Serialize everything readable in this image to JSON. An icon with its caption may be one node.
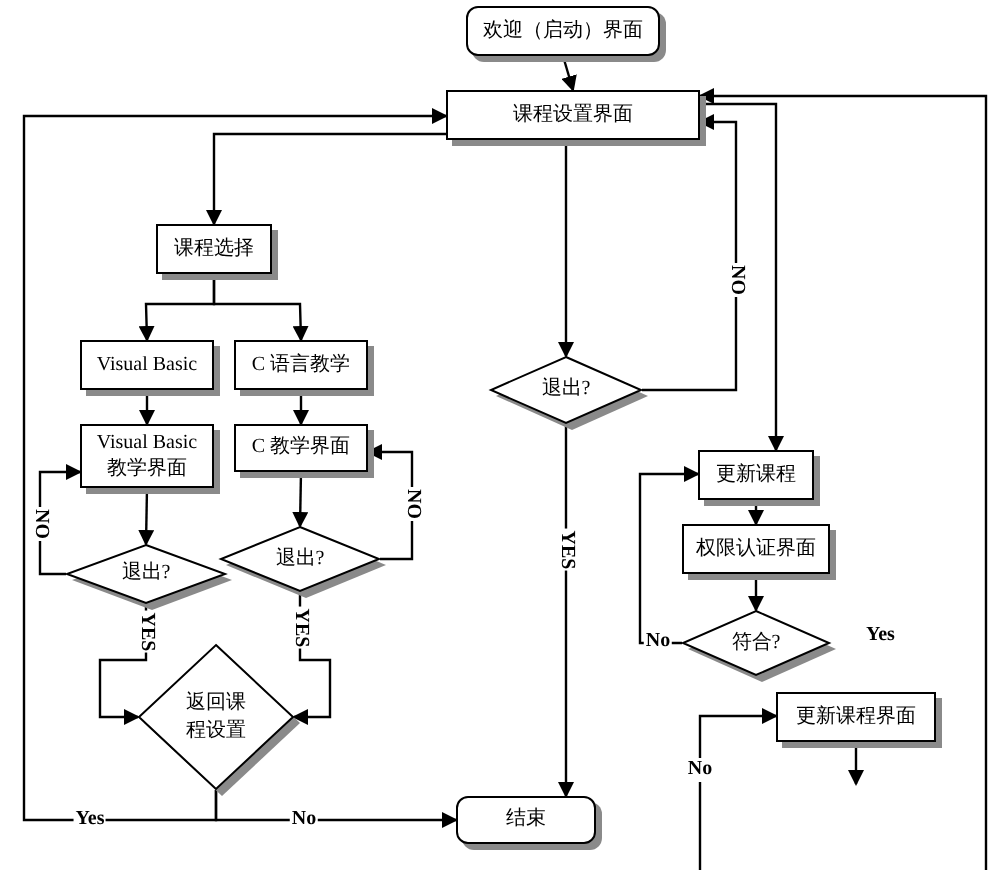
{
  "diagram": {
    "nodes": [
      {
        "text": [
          "欢迎（启动）界面"
        ]
      },
      {
        "text": [
          "课程设置界面"
        ]
      },
      {
        "text": [
          "课程选择"
        ]
      },
      {
        "text": [
          "Visual Basic"
        ]
      },
      {
        "text": [
          "C 语言教学"
        ]
      },
      {
        "text": [
          "Visual Basic 教学界面"
        ]
      },
      {
        "text": [
          "C 教学界面"
        ]
      },
      {
        "text": [
          "退出?"
        ]
      },
      {
        "text": [
          "退出?"
        ]
      },
      {
        "text": [
          "返回课程设置"
        ]
      },
      {
        "text": [
          "退出?"
        ]
      },
      {
        "text": [
          "更新课程"
        ]
      },
      {
        "text": [
          "权限认证界面"
        ]
      },
      {
        "text": [
          "符合?"
        ]
      },
      {
        "text": [
          "更新课程界面"
        ]
      },
      {
        "text": [
          "结束"
        ]
      }
    ],
    "edges": [
      {
        "from": 0,
        "to": 1,
        "arrow": "to"
      },
      {
        "from": 1,
        "to": 2,
        "arrow": "to"
      },
      {
        "from": 1,
        "to": 10,
        "arrow": "to"
      },
      {
        "from": 2,
        "to": 3,
        "arrow": "to"
      },
      {
        "from": 2,
        "to": 4,
        "arrow": "to"
      },
      {
        "from": 3,
        "to": 5,
        "arrow": "to"
      },
      {
        "from": 4,
        "to": 6,
        "arrow": "to"
      },
      {
        "from": 5,
        "to": 7,
        "arrow": "to"
      },
      {
        "from": 6,
        "to": 8,
        "arrow": "to"
      },
      {
        "from": 7,
        "to": 5,
        "arrow": "to",
        "label": "NO"
      },
      {
        "from": 8,
        "to": 6,
        "arrow": "to",
        "label": "NO"
      },
      {
        "from": 7,
        "to": 9,
        "arrow": "to",
        "label": "YES"
      },
      {
        "from": 8,
        "to": 9,
        "arrow": "to",
        "label": "YES"
      },
      {
        "from": 9,
        "to": 1,
        "arrow": "to",
        "label": "Yes"
      },
      {
        "from": 9,
        "to": 15,
        "arrow": "to",
        "label": "No"
      },
      {
        "from": 10,
        "to": 1,
        "arrow": "to",
        "label": "NO"
      },
      {
        "from": 10,
        "to": 15,
        "arrow": "to",
        "label": "YES"
      },
      {
        "from": 1,
        "to": 11,
        "arrow": "to"
      },
      {
        "from": 11,
        "to": 12,
        "arrow": "to"
      },
      {
        "from": 12,
        "to": 13,
        "arrow": "to"
      },
      {
        "from": 13,
        "to": 11,
        "arrow": "to",
        "label": "No"
      },
      {
        "from": null,
        "to": 14,
        "arrow": "to",
        "label": "No"
      },
      {
        "from": 14,
        "to": null,
        "arrow": "to"
      },
      {
        "from": null,
        "to": 1,
        "arrow": "to"
      }
    ],
    "labels": [
      "Yes"
    ]
  }
}
